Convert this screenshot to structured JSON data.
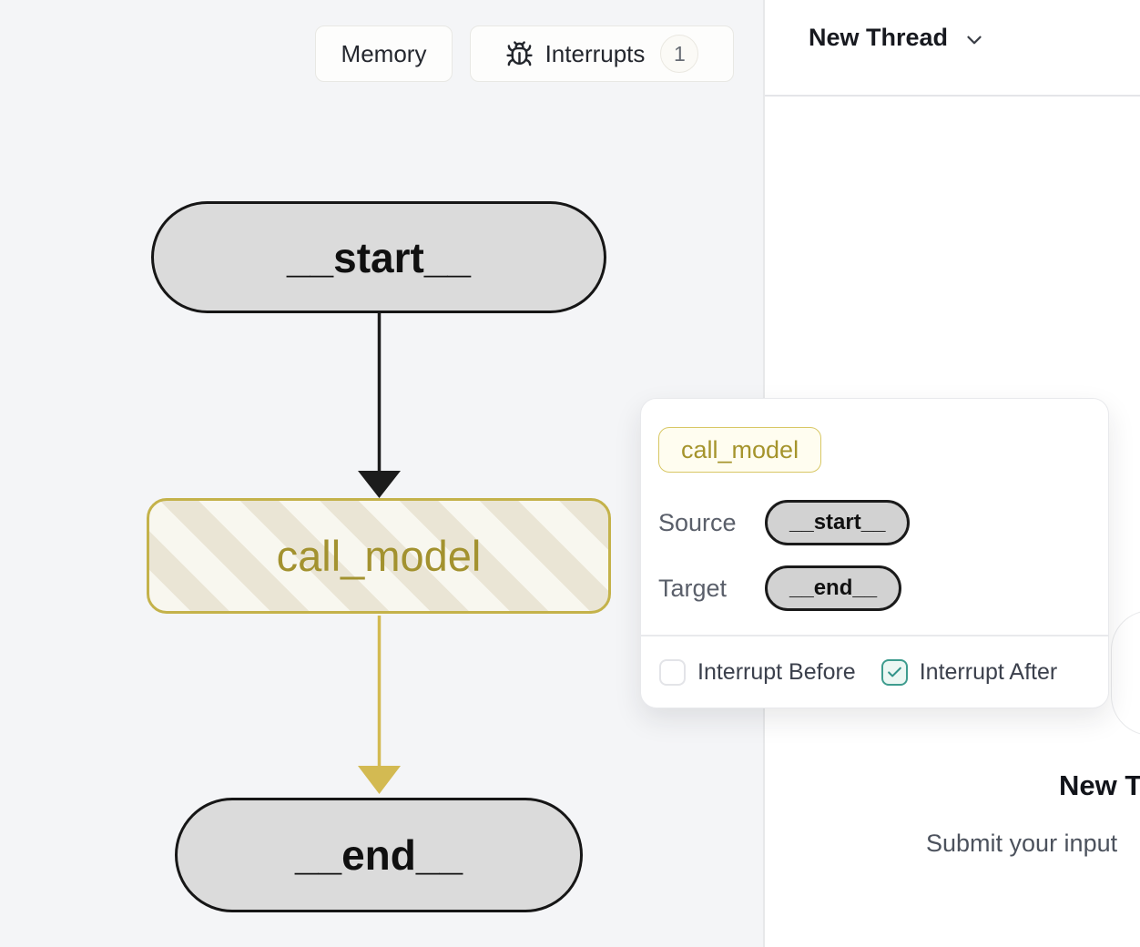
{
  "toolbar": {
    "memory_button": "Memory",
    "interrupts_button": "Interrupts",
    "interrupts_badge": "1"
  },
  "thread_menu": {
    "title": "New Thread"
  },
  "graph": {
    "nodes": [
      {
        "id": "__start__",
        "label": "__start__"
      },
      {
        "id": "call_model",
        "label": "call_model"
      },
      {
        "id": "__end__",
        "label": "__end__"
      }
    ],
    "edges": [
      {
        "from": "__start__",
        "to": "call_model"
      },
      {
        "from": "call_model",
        "to": "__end__"
      }
    ]
  },
  "popover": {
    "node_chip_label": "call_model",
    "rows": [
      {
        "label": "Source",
        "value": "__start__"
      },
      {
        "label": "Target",
        "value": "__end__"
      }
    ],
    "interrupt_before": {
      "label": "Interrupt Before",
      "checked": false
    },
    "interrupt_after": {
      "label": "Interrupt After",
      "checked": true
    }
  },
  "empty_state": {
    "title": "New Thread",
    "subtitle": "Submit your input"
  },
  "colors": {
    "accent_gold_border": "#c4b24a",
    "gold_text": "#a3922f",
    "gold_edge": "#d3ba52",
    "node_fill": "#dbdbdb",
    "node_border": "#161616",
    "teal_accent": "#3e9c8e",
    "canvas_bg": "#f4f5f7"
  }
}
